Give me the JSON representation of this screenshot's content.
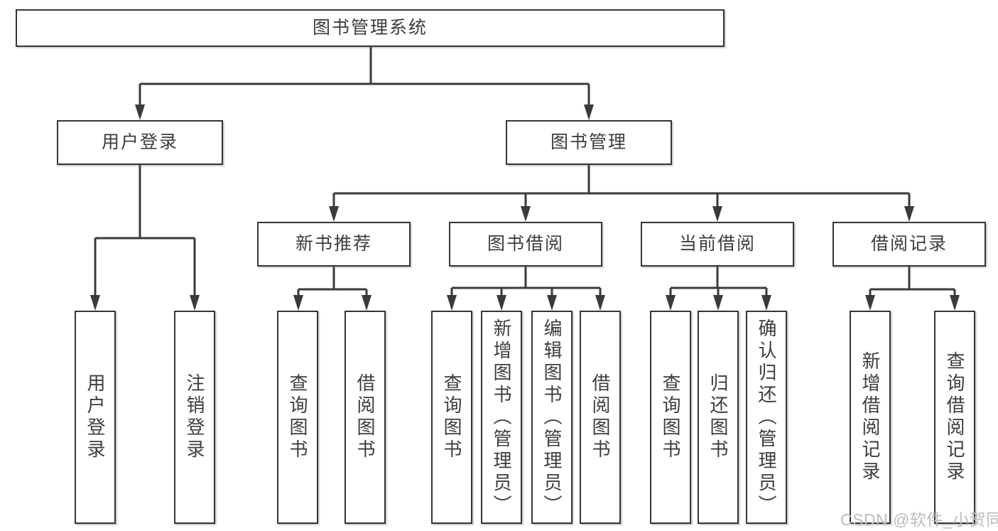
{
  "diagram": {
    "type": "hierarchy-tree",
    "root": {
      "label": "图书管理系统",
      "children": [
        {
          "label": "用户登录",
          "children": [
            {
              "label": "用户登录"
            },
            {
              "label": "注销登录"
            }
          ]
        },
        {
          "label": "图书管理",
          "children": [
            {
              "label": "新书推荐",
              "children": [
                {
                  "label": "查询图书"
                },
                {
                  "label": "借阅图书"
                }
              ]
            },
            {
              "label": "图书借阅",
              "children": [
                {
                  "label": "查询图书"
                },
                {
                  "label": "新增图书（管理员）"
                },
                {
                  "label": "编辑图书（管理员）"
                },
                {
                  "label": "借阅图书"
                }
              ]
            },
            {
              "label": "当前借阅",
              "children": [
                {
                  "label": "查询图书"
                },
                {
                  "label": "归还图书"
                },
                {
                  "label": "确认归还（管理员）"
                }
              ]
            },
            {
              "label": "借阅记录",
              "children": [
                {
                  "label": "新增借阅记录"
                },
                {
                  "label": "查询借阅记录"
                }
              ]
            }
          ]
        }
      ]
    },
    "colors": {
      "line": "#3a3a3a",
      "box_border": "#353535",
      "box_fill": "#ffffff",
      "text": "#3d3d3d",
      "watermark": "#bcbcbc"
    }
  },
  "watermark": {
    "text": "CSDN @软件_小贺同学"
  }
}
